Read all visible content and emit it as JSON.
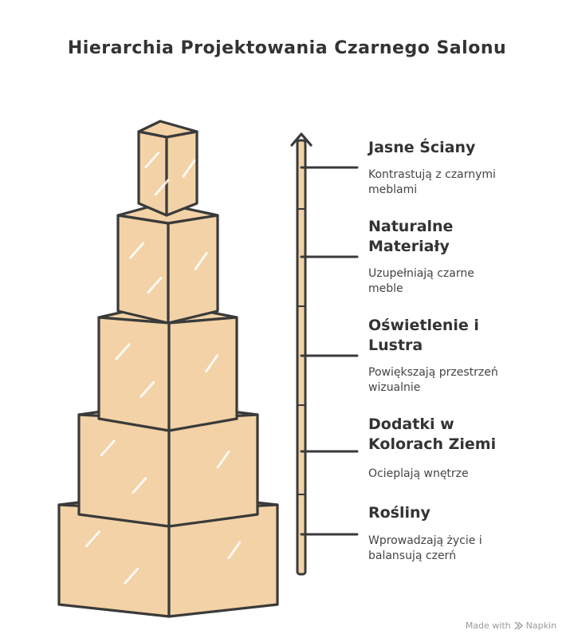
{
  "title": "Hierarchia Projektowania Czarnego Salonu",
  "colors": {
    "block_fill": "#f2d2a6",
    "block_stroke": "#3a3a3a",
    "arrow_fill": "#f2d2a6",
    "text": "#333333"
  },
  "levels": [
    {
      "title": "Jasne Ściany",
      "description": "Kontrastują z czarnymi meblami"
    },
    {
      "title": "Naturalne Materiały",
      "description": "Uzupełniają czarne meble"
    },
    {
      "title": "Oświetlenie i Lustra",
      "description": "Powiększają przestrzeń wizualnie"
    },
    {
      "title": "Dodatki w Kolorach Ziemi",
      "description": "Ocieplają wnętrze"
    },
    {
      "title": "Rośliny",
      "description": "Wprowadzają życie i balansują czerń"
    }
  ],
  "footer": {
    "made_with": "Made with",
    "brand": "Napkin"
  }
}
